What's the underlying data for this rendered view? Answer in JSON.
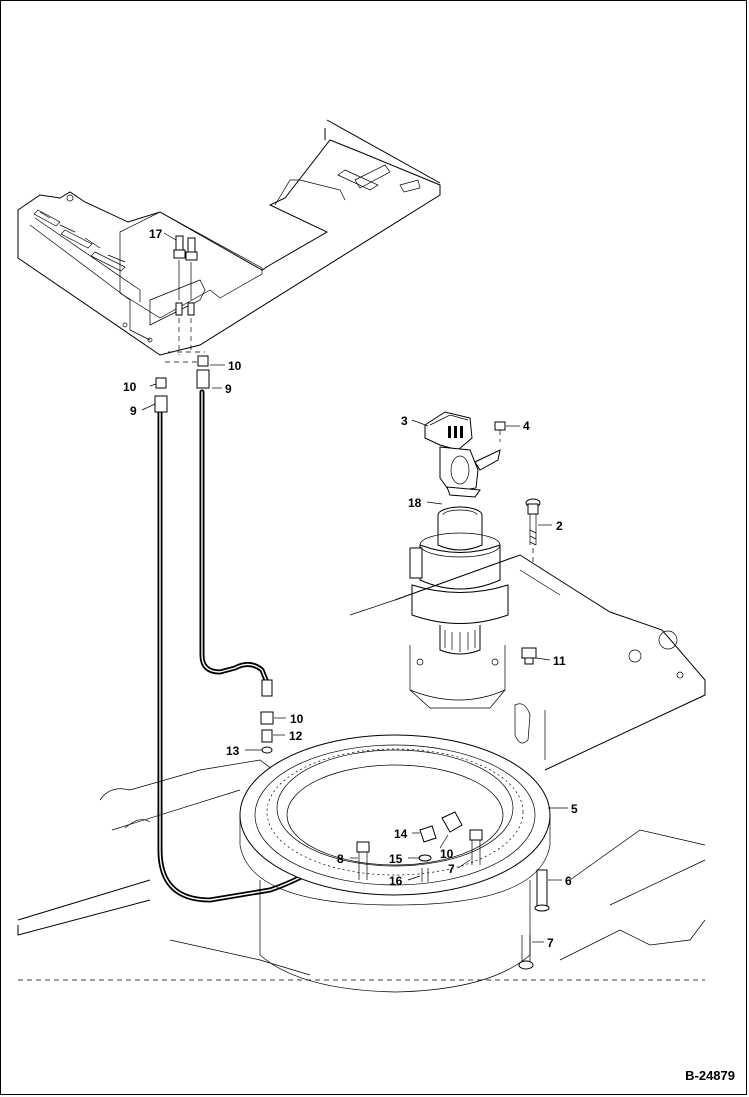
{
  "drawing": {
    "reference": "B-24879",
    "callouts": [
      {
        "id": "c17",
        "label": "17"
      },
      {
        "id": "c10a",
        "label": "10"
      },
      {
        "id": "c10b",
        "label": "10"
      },
      {
        "id": "c9a",
        "label": "9"
      },
      {
        "id": "c9b",
        "label": "9"
      },
      {
        "id": "c3",
        "label": "3"
      },
      {
        "id": "c4",
        "label": "4"
      },
      {
        "id": "c18",
        "label": "18"
      },
      {
        "id": "c2",
        "label": "2"
      },
      {
        "id": "c11",
        "label": "11"
      },
      {
        "id": "c10c",
        "label": "10"
      },
      {
        "id": "c12",
        "label": "12"
      },
      {
        "id": "c13",
        "label": "13"
      },
      {
        "id": "c5",
        "label": "5"
      },
      {
        "id": "c14",
        "label": "14"
      },
      {
        "id": "c8",
        "label": "8"
      },
      {
        "id": "c15",
        "label": "15"
      },
      {
        "id": "c10d",
        "label": "10"
      },
      {
        "id": "c7a",
        "label": "7"
      },
      {
        "id": "c16",
        "label": "16"
      },
      {
        "id": "c6",
        "label": "6"
      },
      {
        "id": "c7b",
        "label": "7"
      }
    ]
  }
}
